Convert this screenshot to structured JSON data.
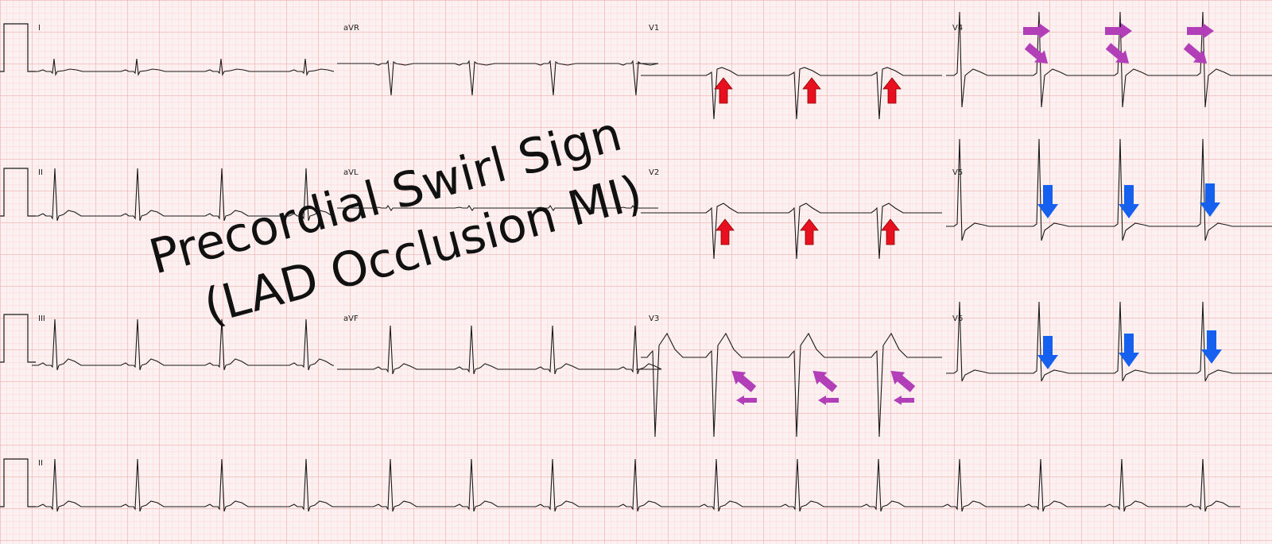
{
  "ecg": {
    "paper_color": "#fdf0f0",
    "minor_grid_color": "#f7c6c6",
    "major_grid_color": "#ef9f9f",
    "trace_color": "#1a1a1a",
    "lead_labels": {
      "I": "I",
      "aVR": "aVR",
      "V1": "V1",
      "V4": "V4",
      "II": "II",
      "aVL": "aVL",
      "V2": "V2",
      "V5": "V5",
      "III": "III",
      "aVF": "aVF",
      "V3": "V3",
      "V6": "V6",
      "rhythm": "II"
    }
  },
  "overlay": {
    "title_line1": "Precordial Swirl Sign",
    "title_line2": "(LAD Occlusion MI)"
  },
  "annotations": {
    "red_up_arrow_color": "#e8101f",
    "blue_down_arrow_color": "#1560ee",
    "purple_arrow_color": "#b23fb8"
  }
}
